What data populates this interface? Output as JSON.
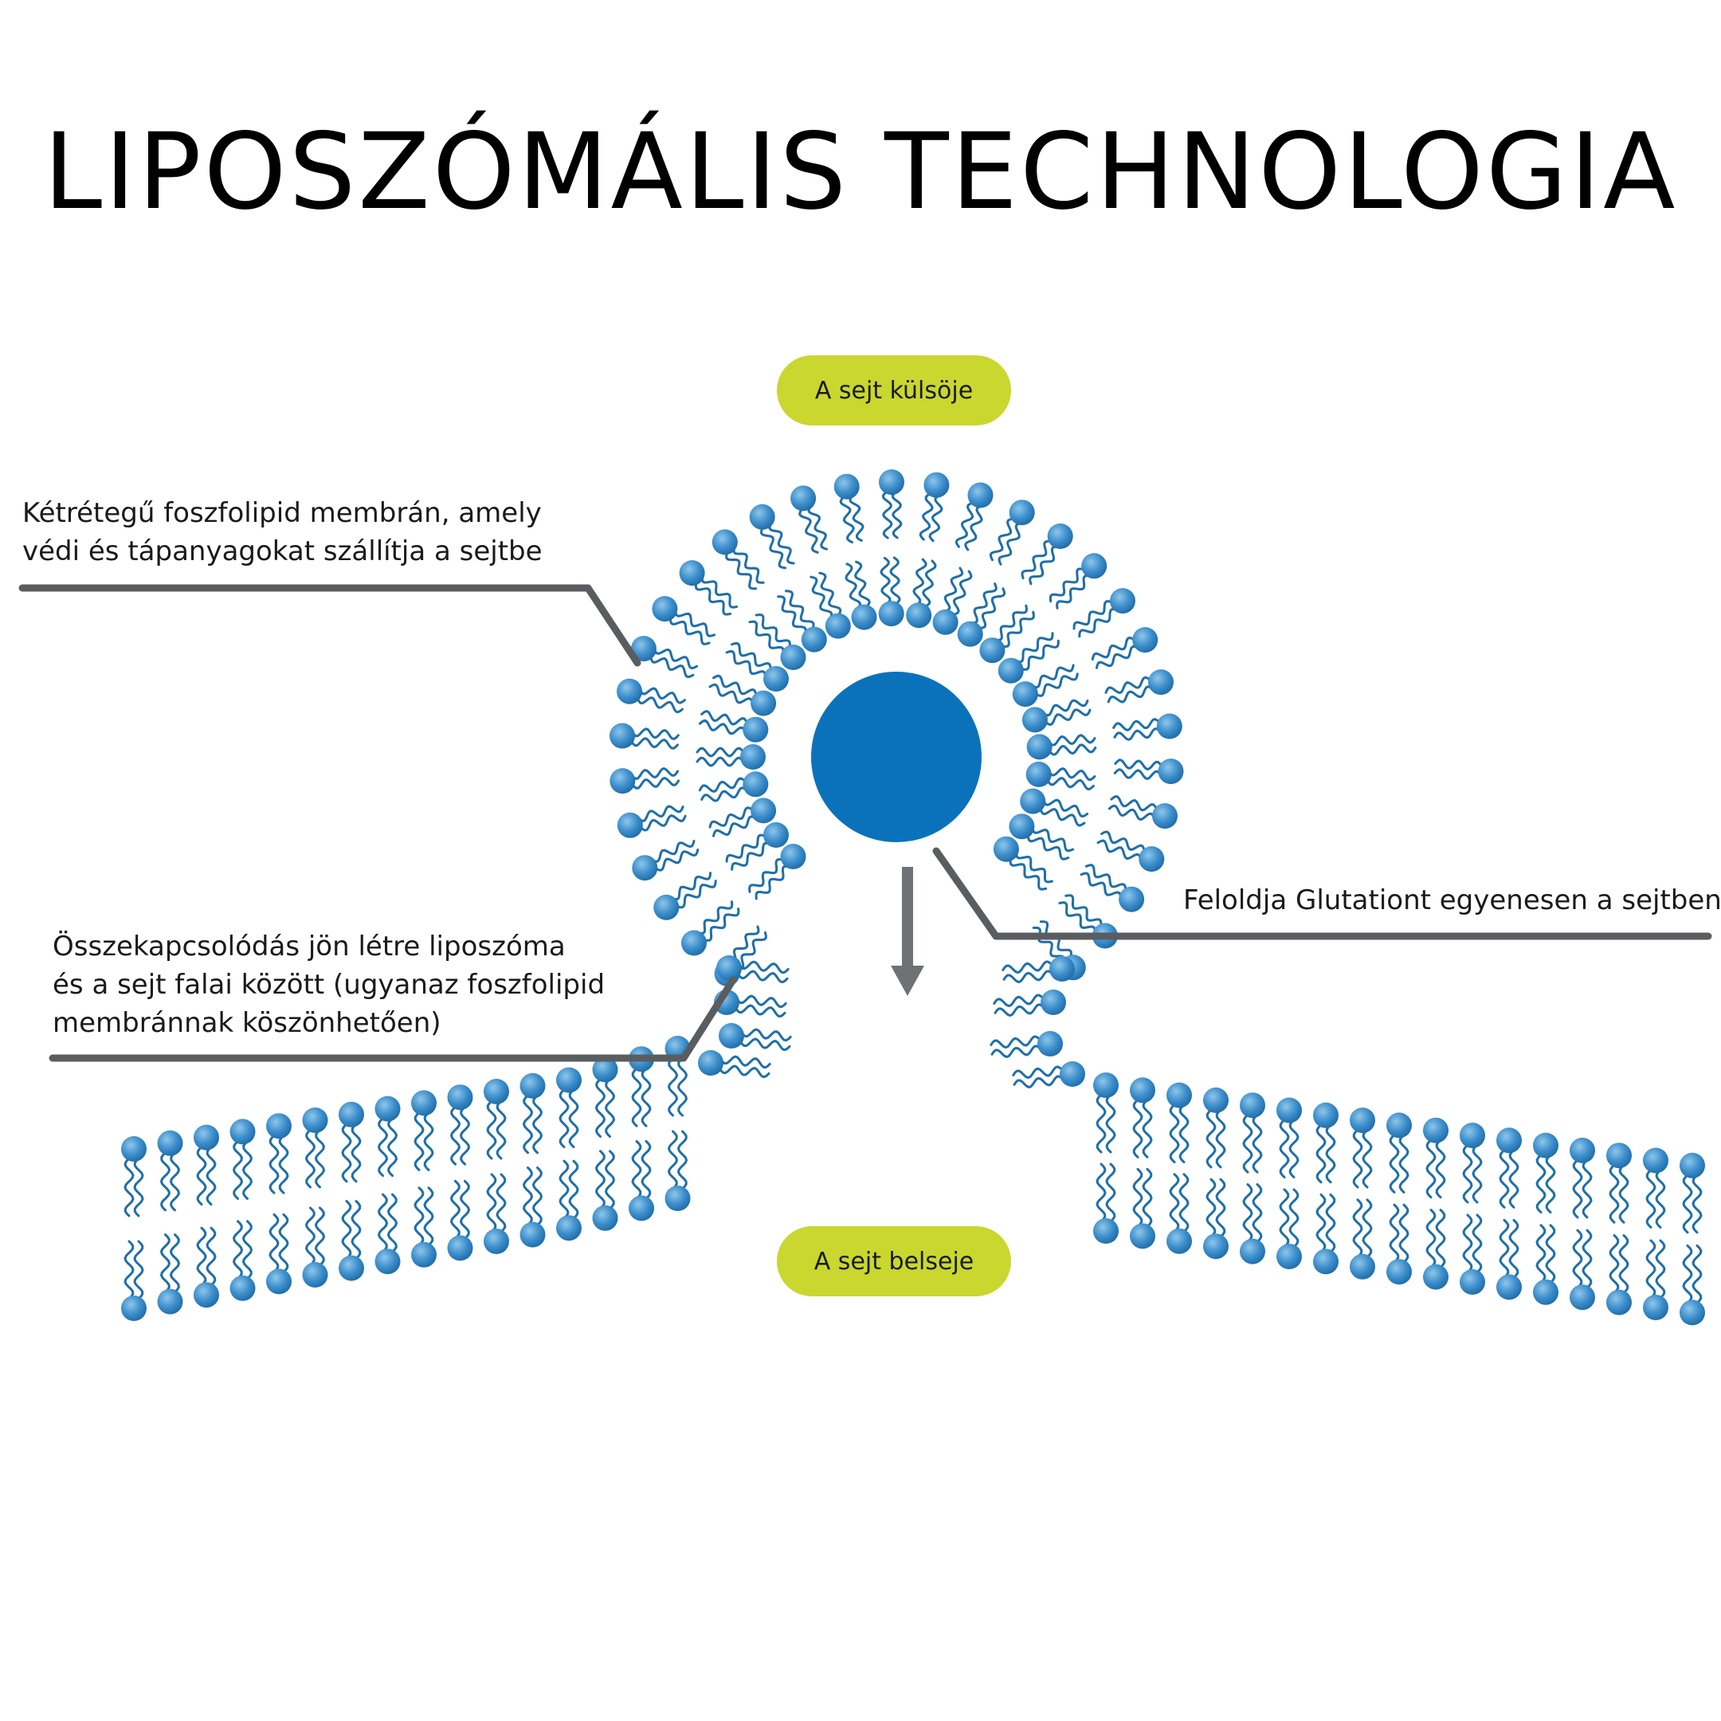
{
  "title": "LIPOSZÓMÁLIS TECHNOLOGIA",
  "labels": {
    "outside": "A sejt külsöje",
    "inside": "A sejt belseje"
  },
  "callouts": {
    "membrane": {
      "lines": [
        "Kétrétegű foszfolipid membrán, amely",
        "védi és tápanyagokat szállítja a sejtbe"
      ]
    },
    "fusion": {
      "lines": [
        "Összekapcsolódás jön létre liposzóma",
        "és a sejt falai között (ugyanaz foszfolipid",
        "membránnak köszönhetően)"
      ]
    },
    "release": {
      "lines": [
        "Feloldja Glutationt egyenesen a sejtben"
      ]
    }
  },
  "colors": {
    "lipid_head": "#3d8fcc",
    "lipid_tail": "#1f6fa8",
    "core": "#0a72bb",
    "pill": "#c9d72f",
    "leader_line": "#5a5d60",
    "arrow": "#6f7275"
  }
}
